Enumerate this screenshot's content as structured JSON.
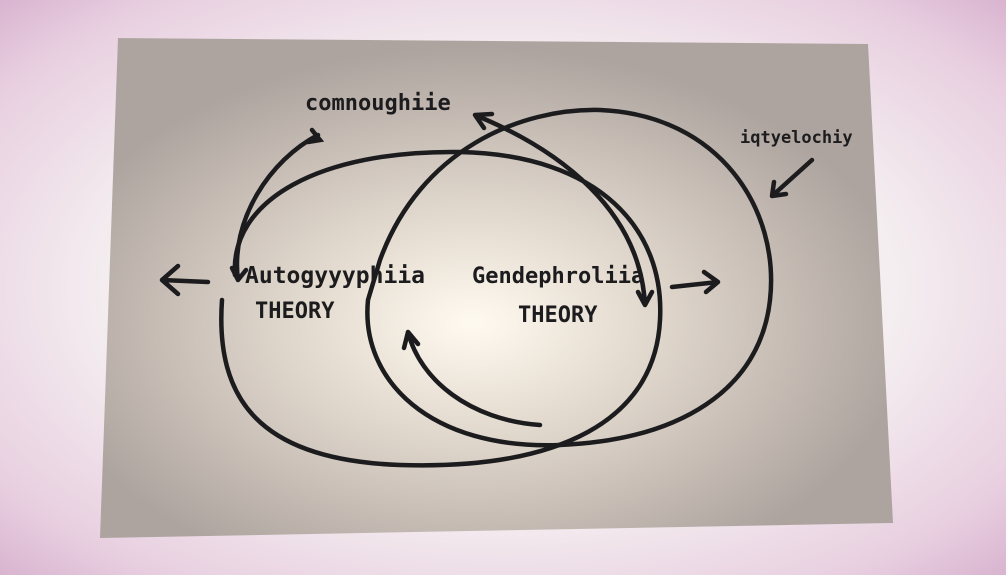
{
  "diagram": {
    "top_label": "comnoughiie",
    "right_label": "iqtyelochiy",
    "left_circle": {
      "title": "Autogyyyphiia",
      "subtitle": "THEORY"
    },
    "right_circle": {
      "title": "Gendephroliia",
      "subtitle": "THEORY"
    },
    "colors": {
      "ink": "#1c1c1e",
      "board": "#b9b0aa",
      "glow": "#fffaf0"
    }
  }
}
